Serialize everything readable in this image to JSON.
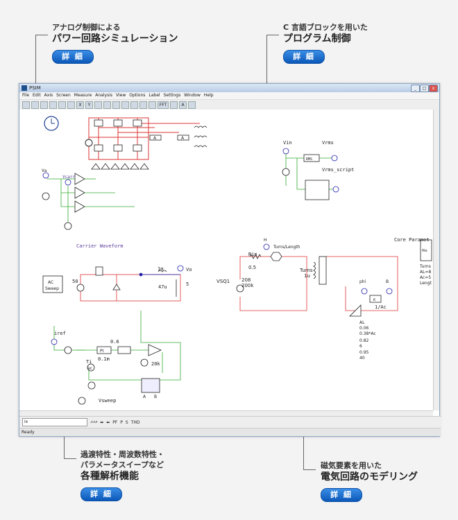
{
  "callouts": [
    {
      "small": "アナログ制御による",
      "big": "パワー回路シミュレーション",
      "button": "詳 細"
    },
    {
      "small": "C 言語ブロックを用いた",
      "big": "プログラム制御",
      "button": "詳 細"
    },
    {
      "small": "過渡特性・周波数特性・",
      "small2": "パラメータスイープなど",
      "big": "各種解析機能",
      "button": "詳 細"
    },
    {
      "small": "磁気要素を用いた",
      "big": "電気回路のモデリング",
      "button": "詳 細"
    }
  ],
  "window": {
    "title": "PSIM",
    "controls": [
      "_",
      "□",
      "x"
    ],
    "menu": [
      "File",
      "Edit",
      "Axis",
      "Screen",
      "Measure",
      "Analysis",
      "View",
      "Options",
      "Label",
      "Settings",
      "Window",
      "Help"
    ],
    "toolbar": [
      "X",
      "Y",
      "FFT",
      "A"
    ],
    "bottom_select": "Ix",
    "bottom_tools": [
      "PF",
      "P",
      "S",
      "THD"
    ],
    "status": "Ready"
  },
  "schematic": {
    "carrier_label": "Carrier Waveform",
    "vcarr": "Vcarr",
    "va": "Va",
    "vin": "Vin",
    "vrms": "Vrms",
    "vrms_script": "Vrms_script",
    "vrms_block": "RMS",
    "h_label": "H",
    "turns_length": "Turns/Length",
    "rin": "Rin",
    "rin_val": "0.5",
    "vsq1": "VSQ1",
    "vsq1_vals": [
      "208",
      "200k"
    ],
    "turns": "Turns",
    "turns_val": "1u",
    "phi": "phi",
    "b": "B",
    "one_over_ac": "1/Ac",
    "core_param": "Core Paramet",
    "core_lines": [
      "Turns",
      "AL=8",
      "Ac=5",
      "Lengt"
    ],
    "al": "AL",
    "al_vals": [
      "0.06",
      "0.38*Ac",
      "0.82",
      "6",
      "0.95",
      "40"
    ],
    "ac_sweep": [
      "AC",
      "Sweep"
    ],
    "v50": "50",
    "l1m": "1m",
    "c47u": "47u",
    "r5": "5",
    "vo": "Vo",
    "iref": "iref",
    "v06": "0.6",
    "pi": "PI",
    "v01m": "0.1m",
    "v20k": "20k",
    "ti": "Ti",
    "ac": "ac",
    "vsweep": "Vsweep",
    "a": "A",
    "bb": "B",
    "file": "file"
  }
}
